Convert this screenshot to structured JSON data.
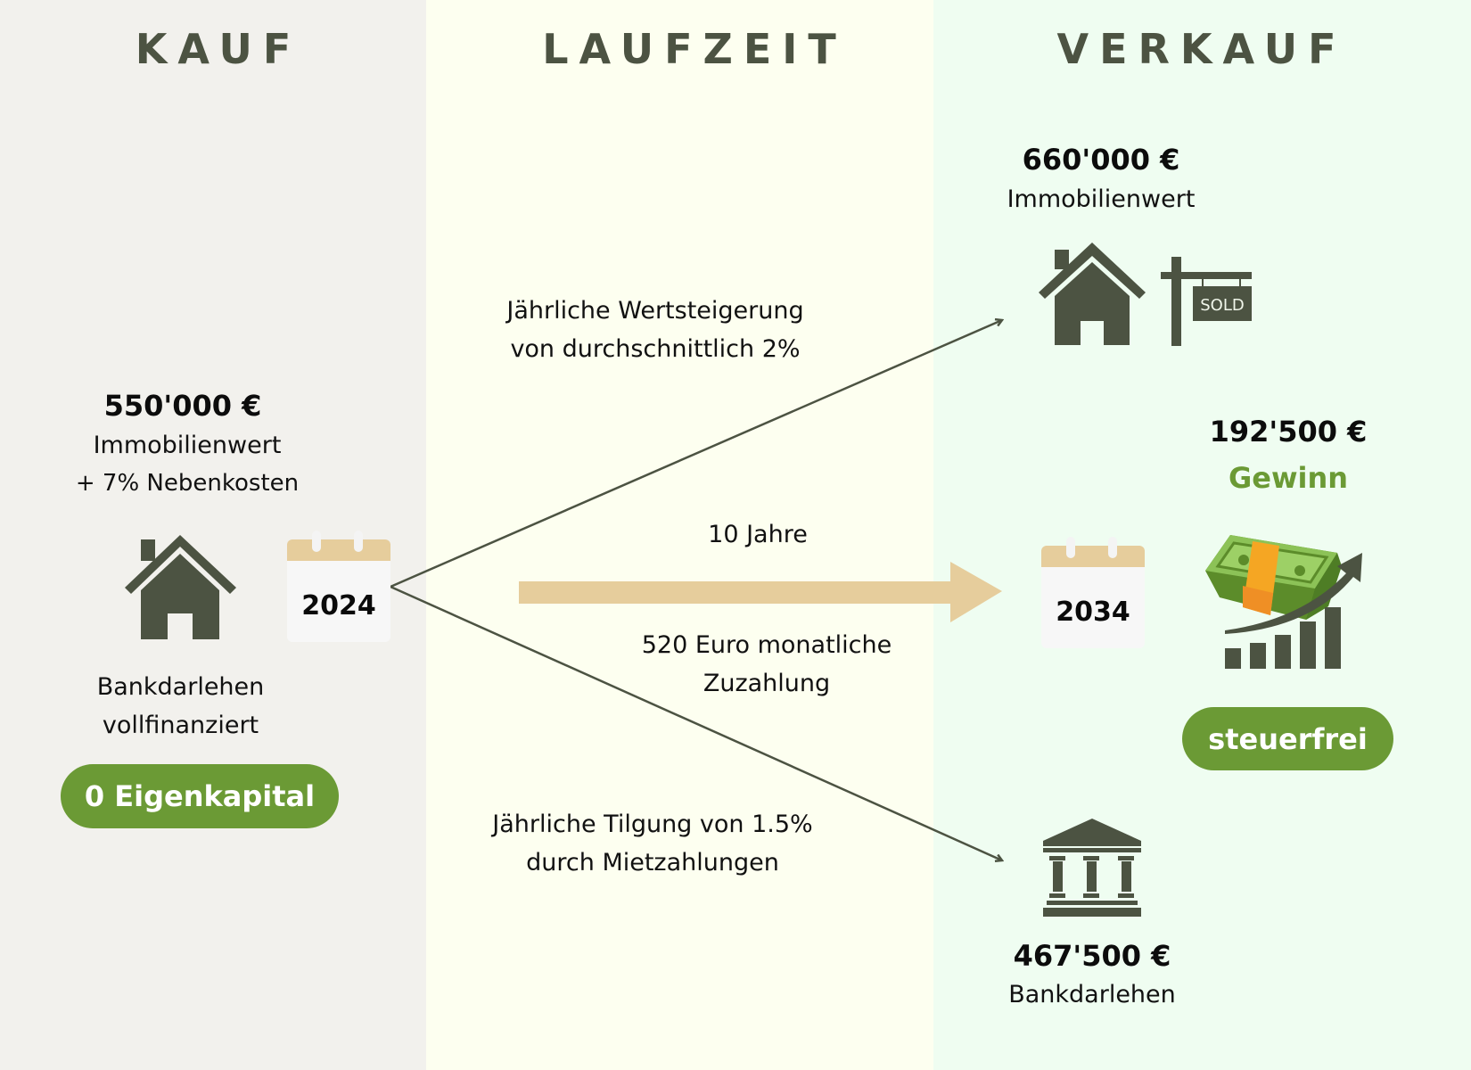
{
  "columns": {
    "kauf": "KAUF",
    "laufzeit": "LAUFZEIT",
    "verkauf": "VERKAUF"
  },
  "kauf": {
    "amount": "550'000 €",
    "label_line1": "Immobilienwert",
    "label_line2": "+ 7% Nebenkosten",
    "calendar_year": "2024",
    "loan_line1": "Bankdarlehen",
    "loan_line2": "vollfinanziert",
    "equity_pill": "0 Eigenkapital",
    "icons": [
      "house-icon",
      "calendar-icon"
    ]
  },
  "laufzeit": {
    "appreciation_line1": "Jährliche Wertsteigerung",
    "appreciation_line2": "von durchschnittlich 2%",
    "duration": "10 Jahre",
    "payment_line1": "520 Euro monatliche",
    "payment_line2": "Zuzahlung",
    "repayment_line1": "Jährliche Tilgung von 1.5%",
    "repayment_line2": "durch Mietzahlungen"
  },
  "verkauf": {
    "value_amount": "660'000 €",
    "value_label": "Immobilienwert",
    "sold_sign": "SOLD",
    "profit_amount": "192'500 €",
    "profit_label": "Gewinn",
    "calendar_year": "2034",
    "tax_pill": "steuerfrei",
    "loan_amount": "467'500 €",
    "loan_label": "Bankdarlehen",
    "icons": [
      "house-icon",
      "sold-sign-icon",
      "money-growth-icon",
      "calendar-icon",
      "bank-icon"
    ]
  },
  "colors": {
    "dark_olive": "#4c5342",
    "accent_green": "#6b9a35",
    "arrow_tan": "#e6cd9c",
    "panel_kauf": "#f2f1ed",
    "panel_laufzeit": "#fdfff0",
    "panel_verkauf": "#effdf1"
  }
}
